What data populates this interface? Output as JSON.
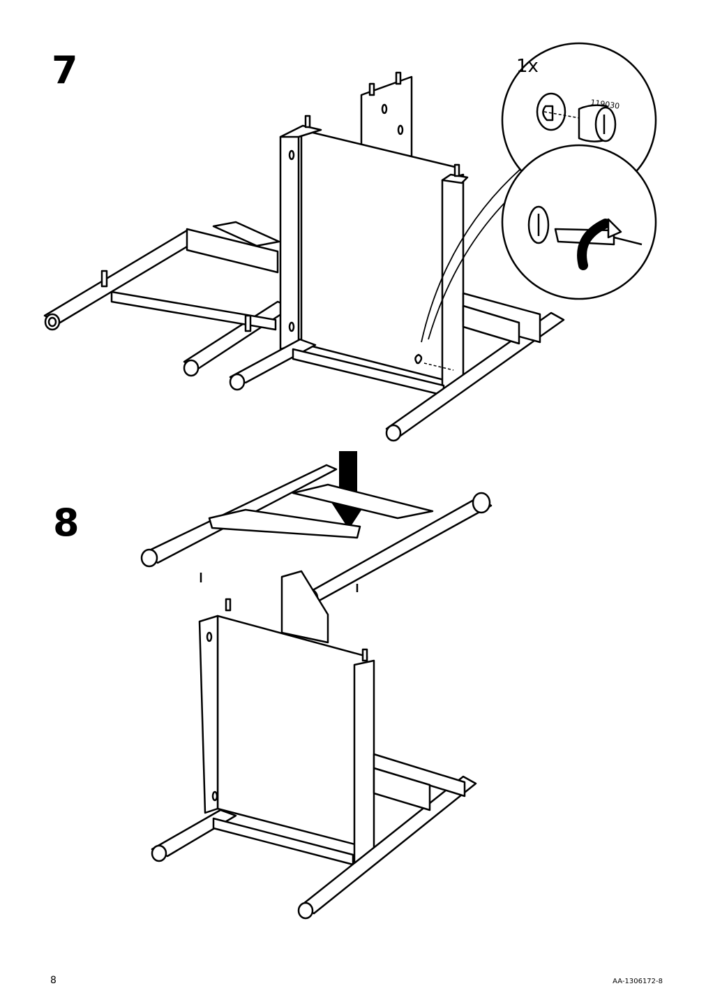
{
  "steps": [
    {
      "number": "7",
      "callout": {
        "quantity": "1x",
        "part_number": "119030"
      }
    },
    {
      "number": "8"
    }
  ],
  "footer": {
    "page_number": "8",
    "document_code": "AA-1306172-8"
  }
}
